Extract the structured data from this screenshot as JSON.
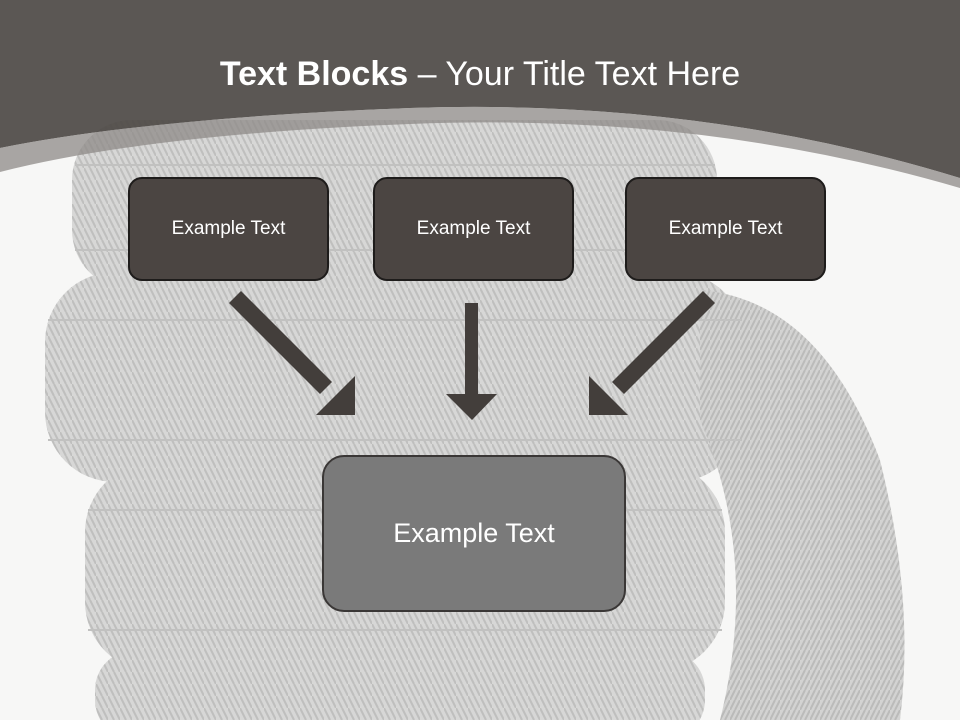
{
  "title": {
    "bold_part": "Text Blocks",
    "dash": " – ",
    "rest": "Your Title Text Here"
  },
  "blocks": [
    {
      "label": "Example Text"
    },
    {
      "label": "Example Text"
    },
    {
      "label": "Example Text"
    }
  ],
  "center_block": {
    "label": "Example Text"
  },
  "colors": {
    "header": "#4f4a47",
    "box_dark": "#4b4542",
    "box_center": "#7a7a7a",
    "arrow": "#433e3b"
  }
}
